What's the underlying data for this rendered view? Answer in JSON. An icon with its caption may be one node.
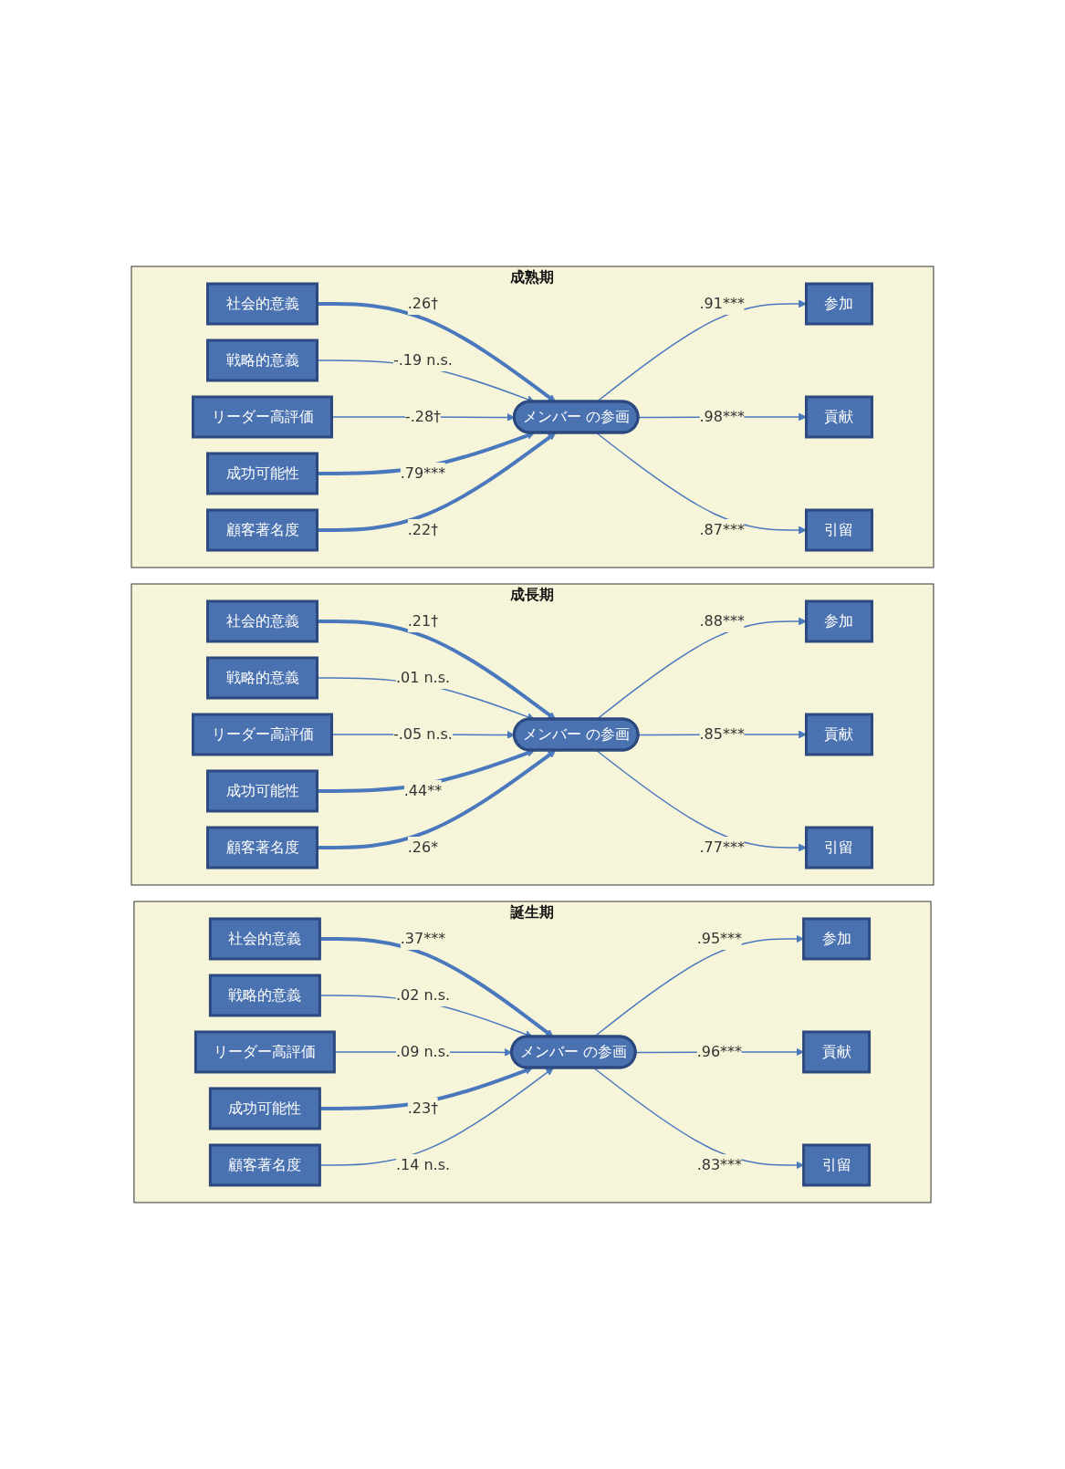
{
  "diagram": {
    "nodes": [
      {
        "text": [
          "誕生期"
        ]
      },
      {
        "text": [
          "社会的意義"
        ],
        "in": 0
      },
      {
        "text": [
          "戦略的意義"
        ],
        "in": 0
      },
      {
        "text": [
          "リーダー高評価"
        ],
        "in": 0
      },
      {
        "text": [
          "成功可能性"
        ],
        "in": 0
      },
      {
        "text": [
          "顧客著名度"
        ],
        "in": 0
      },
      {
        "text": [
          "メンバー の参画"
        ],
        "in": 0
      },
      {
        "text": [
          "参加"
        ],
        "in": 0
      },
      {
        "text": [
          "貢献"
        ],
        "in": 0
      },
      {
        "text": [
          "引留"
        ],
        "in": 0
      },
      {
        "text": [
          "成長期"
        ]
      },
      {
        "text": [
          "社会的意義"
        ],
        "in": 10
      },
      {
        "text": [
          "戦略的意義"
        ],
        "in": 10
      },
      {
        "text": [
          "リーダー高評価"
        ],
        "in": 10
      },
      {
        "text": [
          "成功可能性"
        ],
        "in": 10
      },
      {
        "text": [
          "顧客著名度"
        ],
        "in": 10
      },
      {
        "text": [
          "メンバー の参画"
        ],
        "in": 10
      },
      {
        "text": [
          "参加"
        ],
        "in": 10
      },
      {
        "text": [
          "貢献"
        ],
        "in": 10
      },
      {
        "text": [
          "引留"
        ],
        "in": 10
      },
      {
        "text": [
          "成熟期"
        ]
      },
      {
        "text": [
          "社会的意義"
        ],
        "in": 20
      },
      {
        "text": [
          "戦略的意義"
        ],
        "in": 20
      },
      {
        "text": [
          "リーダー高評価"
        ],
        "in": 20
      },
      {
        "text": [
          "成功可能性"
        ],
        "in": 20
      },
      {
        "text": [
          "顧客著名度"
        ],
        "in": 20
      },
      {
        "text": [
          "メンバー の参画"
        ],
        "in": 20
      },
      {
        "text": [
          "参加"
        ],
        "in": 20
      },
      {
        "text": [
          "貢献"
        ],
        "in": 20
      },
      {
        "text": [
          "引留"
        ],
        "in": 20
      }
    ],
    "edges": [
      {
        "from": 1,
        "to": 6,
        "arrow": "to",
        "label": ".37***",
        "style": "thick"
      },
      {
        "from": 2,
        "to": 6,
        "arrow": "to",
        "label": ".02 n.s."
      },
      {
        "from": 3,
        "to": 6,
        "arrow": "to",
        "label": ".09 n.s."
      },
      {
        "from": 4,
        "to": 6,
        "arrow": "to",
        "label": ".23†",
        "style": "thick"
      },
      {
        "from": 5,
        "to": 6,
        "arrow": "to",
        "label": ".14 n.s."
      },
      {
        "from": 6,
        "to": 7,
        "arrow": "to",
        "label": ".95***"
      },
      {
        "from": 6,
        "to": 8,
        "arrow": "to",
        "label": ".96***"
      },
      {
        "from": 6,
        "to": 9,
        "arrow": "to",
        "label": ".83***"
      },
      {
        "from": 11,
        "to": 16,
        "arrow": "to",
        "label": ".21†",
        "style": "thick"
      },
      {
        "from": 12,
        "to": 16,
        "arrow": "to",
        "label": ".01 n.s."
      },
      {
        "from": 13,
        "to": 16,
        "arrow": "to",
        "label": "-.05 n.s."
      },
      {
        "from": 14,
        "to": 16,
        "arrow": "to",
        "label": ".44**",
        "style": "thick"
      },
      {
        "from": 15,
        "to": 16,
        "arrow": "to",
        "label": ".26*",
        "style": "thick"
      },
      {
        "from": 16,
        "to": 17,
        "arrow": "to",
        "label": ".88***"
      },
      {
        "from": 16,
        "to": 18,
        "arrow": "to",
        "label": ".85***"
      },
      {
        "from": 16,
        "to": 19,
        "arrow": "to",
        "label": ".77***"
      },
      {
        "from": 21,
        "to": 26,
        "arrow": "to",
        "label": ".26†",
        "style": "thick"
      },
      {
        "from": 22,
        "to": 26,
        "arrow": "to",
        "label": "-.19 n.s."
      },
      {
        "from": 23,
        "to": 26,
        "arrow": "to",
        "label": "-.28†"
      },
      {
        "from": 24,
        "to": 26,
        "arrow": "to",
        "label": ".79***",
        "style": "thick"
      },
      {
        "from": 25,
        "to": 26,
        "arrow": "to",
        "label": ".22†",
        "style": "thick"
      },
      {
        "from": 26,
        "to": 27,
        "arrow": "to",
        "label": ".91***"
      },
      {
        "from": 26,
        "to": 28,
        "arrow": "to",
        "label": ".98***"
      },
      {
        "from": 26,
        "to": 29,
        "arrow": "to",
        "label": ".87***"
      }
    ]
  }
}
